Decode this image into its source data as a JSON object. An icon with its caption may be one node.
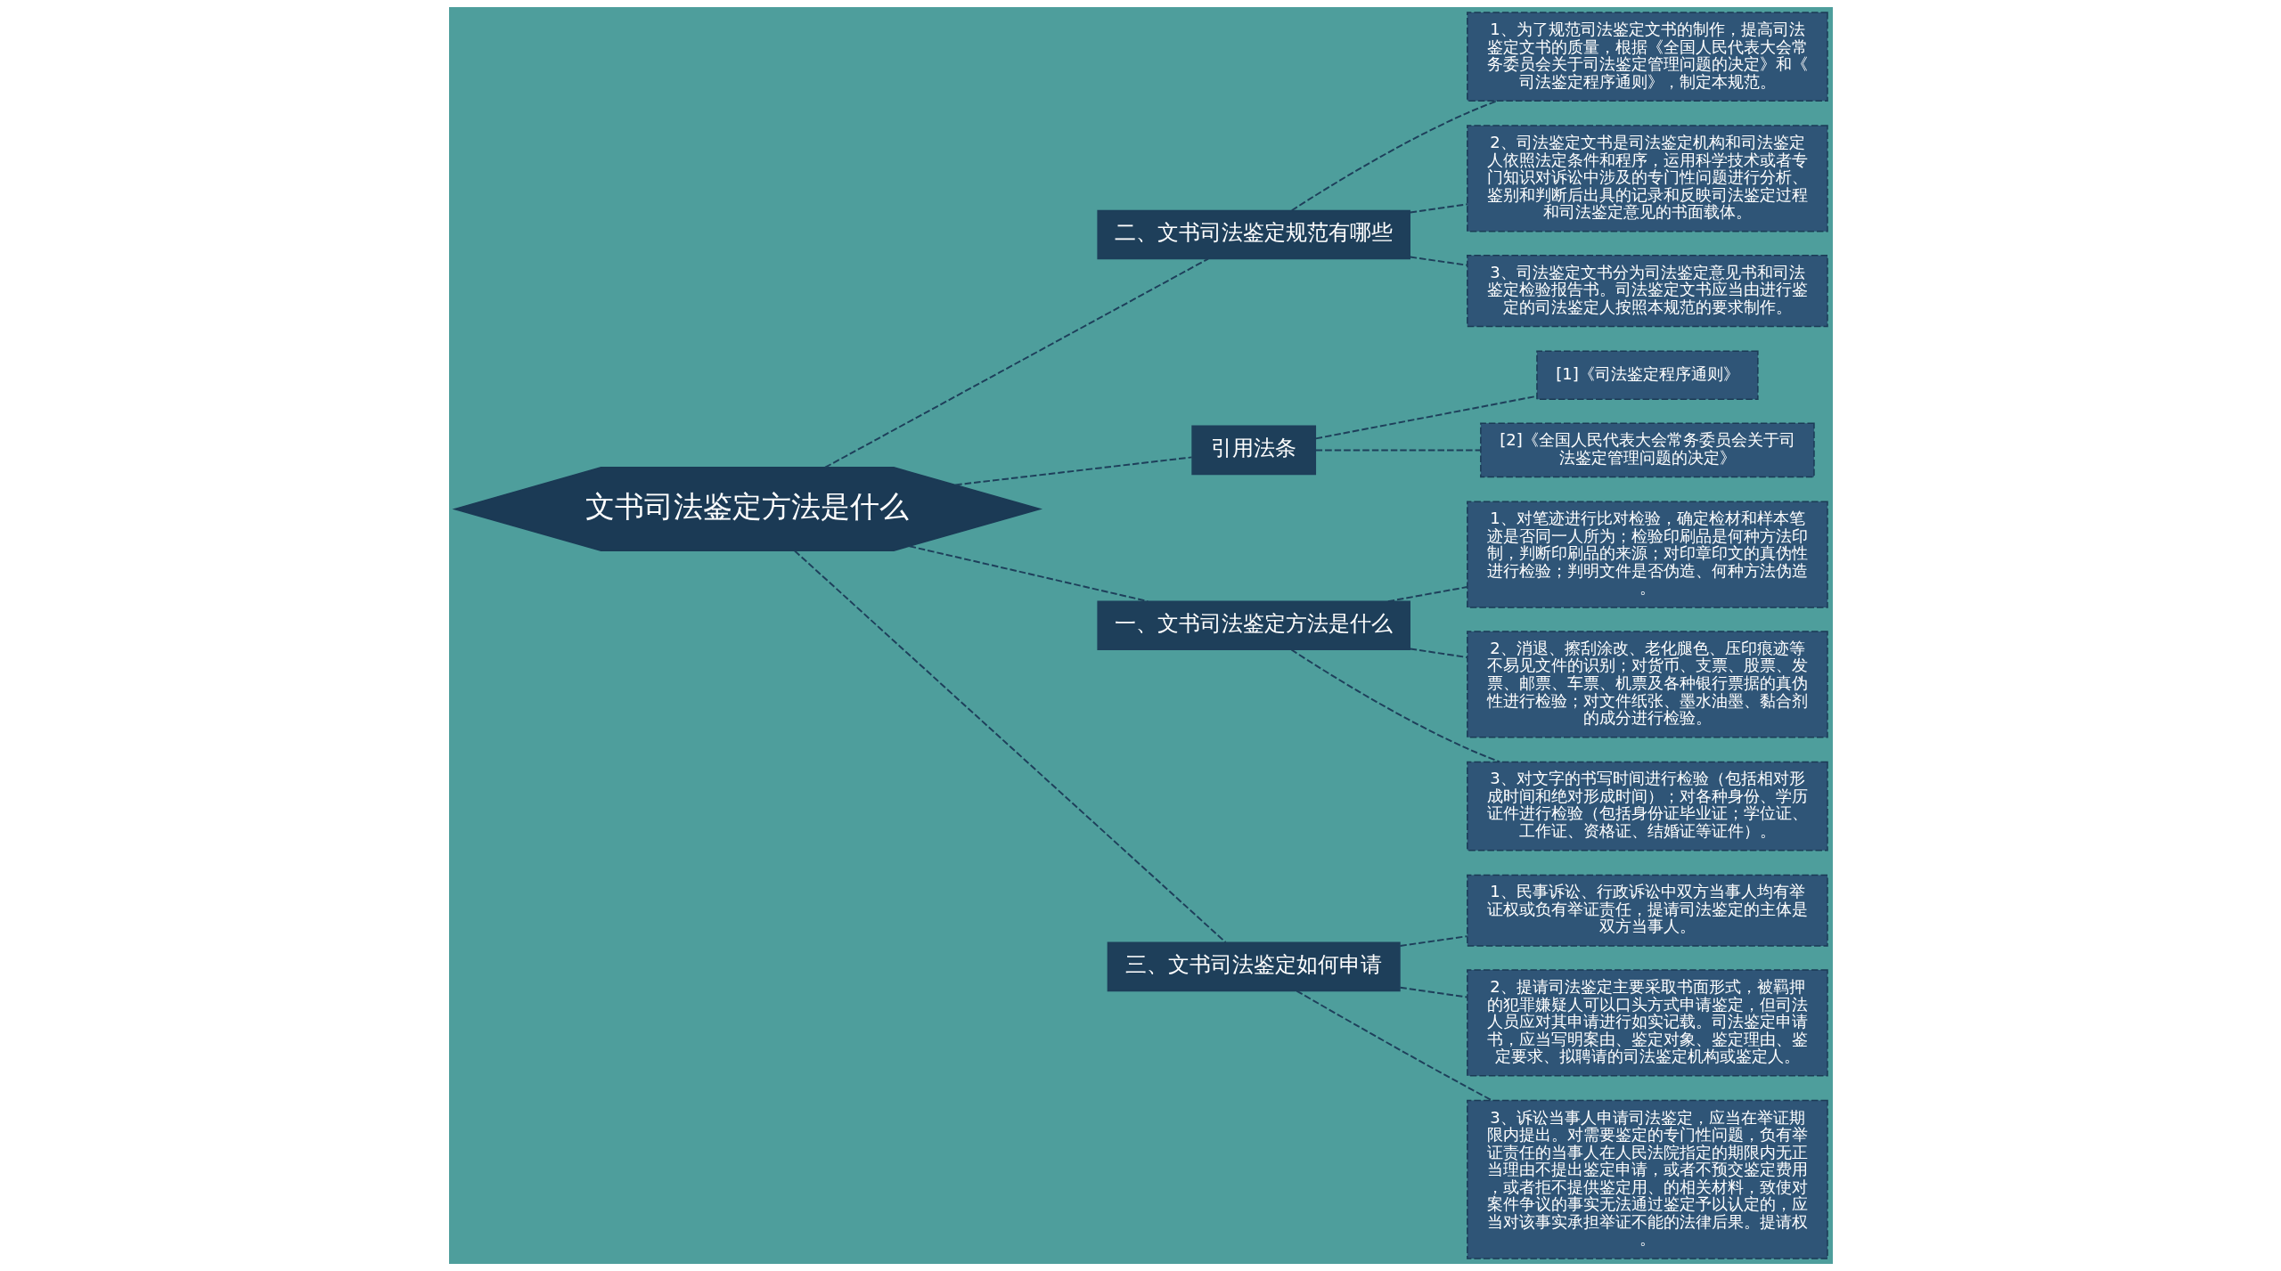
{
  "diagram": {
    "nodes": [
      {
        "text": [
          "文书司法鉴定方法是什么"
        ]
      },
      {
        "text": [
          "二、文书司法鉴定规范有哪些"
        ]
      },
      {
        "text": [
          "1、为了规范司法鉴定文书的制作，提高司法鉴定文书的质量，根据《全国人民代表大会常务委员会关于司法鉴定管理问题的决定》和《司法鉴定程序通则》，制定本规范。"
        ]
      },
      {
        "text": [
          "2、司法鉴定文书是司法鉴定机构和司法鉴定人依照法定条件和程序，运用科学技术或者专门知识对诉讼中涉及的专门性问题进行分析、鉴别和判断后出具的记录和反映司法鉴定过程和司法鉴定意见的书面载体。"
        ]
      },
      {
        "text": [
          "3、司法鉴定文书分为司法鉴定意见书和司法鉴定检验报告书。司法鉴定文书应当由进行鉴定的司法鉴定人按照本规范的要求制作。"
        ]
      },
      {
        "text": [
          "引用法条"
        ]
      },
      {
        "text": [
          "[1]《司法鉴定程序通则》"
        ]
      },
      {
        "text": [
          "[2]《全国人民代表大会常务委员会关于司法鉴定管理问题的决定》"
        ]
      },
      {
        "text": [
          "一、文书司法鉴定方法是什么"
        ]
      },
      {
        "text": [
          "1、对笔迹进行比对检验，确定检材和样本笔迹是否同一人所为；检验印刷品是何种方法印制，判断印刷品的来源；对印章印文的真伪性进行检验；判明文件是否伪造、何种方法伪造。"
        ]
      },
      {
        "text": [
          "2、消退、擦刮涂改、老化腿色、压印痕迹等不易见文件的识别；对货币、支票、股票、发票、邮票、车票、机票及各种银行票据的真伪性进行检验；对文件纸张、墨水油墨、黏合剂的成分进行检验。"
        ]
      },
      {
        "text": [
          "3、对文字的书写时间进行检验（包括相对形成时间和绝对形成时间）；对各种身份、学历证件进行检验（包括身份证毕业证；学位证、工作证、资格证、结婚证等证件）。"
        ]
      },
      {
        "text": [
          "三、文书司法鉴定如何申请"
        ]
      },
      {
        "text": [
          "1、民事诉讼、行政诉讼中双方当事人均有举证权或负有举证责任，提请司法鉴定的主体是双方当事人。"
        ]
      },
      {
        "text": [
          "2、提请司法鉴定主要采取书面形式，被羁押的犯罪嫌疑人可以口头方式申请鉴定，但司法人员应对其申请进行如实记载。司法鉴定申请书，应当写明案由、鉴定对象、鉴定理由、鉴定要求、拟聘请的司法鉴定机构或鉴定人。"
        ]
      },
      {
        "text": [
          "3、诉讼当事人申请司法鉴定，应当在举证期限内提出。对需要鉴定的专门性问题，负有举证责任的当事人在人民法院指定的期限内无正当理由不提出鉴定申请，或者不预交鉴定费用，或者拒不提供鉴定用、的相关材料，致使对案件争议的事实无法通过鉴定予以认定的，应当对该事实承担举证不能的法律后果。提请权。"
        ]
      }
    ],
    "edges": [
      {
        "from": 0,
        "to": 1,
        "arrow": "none",
        "style": "dashed"
      },
      {
        "from": 1,
        "to": 2,
        "arrow": "none",
        "style": "dashed"
      },
      {
        "from": 1,
        "to": 3,
        "arrow": "none",
        "style": "dashed"
      },
      {
        "from": 1,
        "to": 4,
        "arrow": "none",
        "style": "dashed"
      },
      {
        "from": 0,
        "to": 5,
        "arrow": "none",
        "style": "dashed"
      },
      {
        "from": 5,
        "to": 6,
        "arrow": "none",
        "style": "dashed"
      },
      {
        "from": 5,
        "to": 7,
        "arrow": "none",
        "style": "dashed"
      },
      {
        "from": 0,
        "to": 8,
        "arrow": "none",
        "style": "dashed"
      },
      {
        "from": 8,
        "to": 9,
        "arrow": "none",
        "style": "dashed"
      },
      {
        "from": 8,
        "to": 10,
        "arrow": "none",
        "style": "dashed"
      },
      {
        "from": 8,
        "to": 11,
        "arrow": "none",
        "style": "dashed"
      },
      {
        "from": 0,
        "to": 12,
        "arrow": "none",
        "style": "dashed"
      },
      {
        "from": 12,
        "to": 13,
        "arrow": "none",
        "style": "dashed"
      },
      {
        "from": 12,
        "to": 14,
        "arrow": "none",
        "style": "dashed"
      },
      {
        "from": 12,
        "to": 15,
        "arrow": "none",
        "style": "dashed"
      }
    ]
  }
}
